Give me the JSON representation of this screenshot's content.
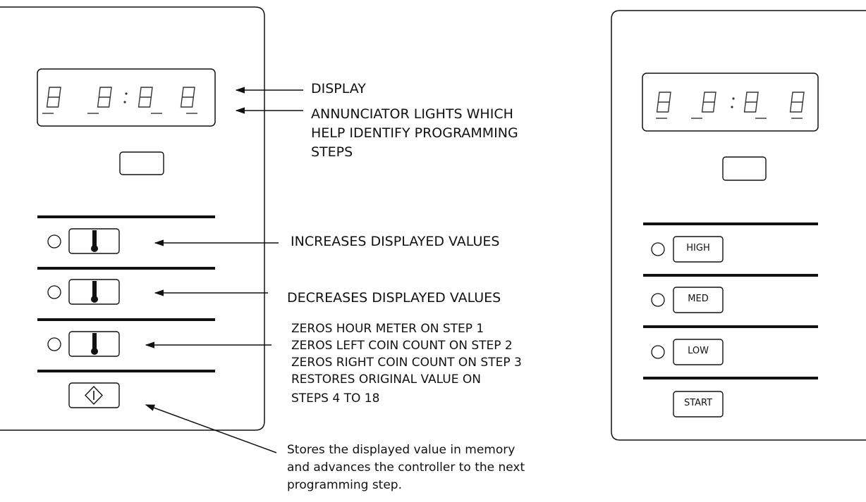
{
  "annotations": {
    "display": "DISPLAY",
    "annunciator": [
      "ANNUNCIATOR LIGHTS WHICH",
      "HELP IDENTIFY PROGRAMMING",
      "STEPS"
    ],
    "increase": "INCREASES DISPLAYED VALUES",
    "decrease": "DECREASES DISPLAYED VALUES",
    "zeros": [
      "ZEROS HOUR METER ON STEP 1",
      "ZEROS LEFT COIN COUNT ON STEP 2",
      "ZEROS RIGHT COIN COUNT ON STEP 3",
      "RESTORES ORIGINAL VALUE ON",
      "STEPS 4 TO 18"
    ],
    "store": [
      "Stores the displayed value in memory",
      "and advances the controller to the next",
      "programming step."
    ]
  },
  "right_panel": {
    "buttons": {
      "high": "HIGH",
      "med": "MED",
      "low": "LOW",
      "start": "START"
    }
  },
  "icons": {
    "thermometer": "thermometer-icon",
    "start": "start-diamond-icon",
    "led": "indicator-led-icon"
  },
  "colors": {
    "line": "#111111",
    "background": "#ffffff"
  }
}
